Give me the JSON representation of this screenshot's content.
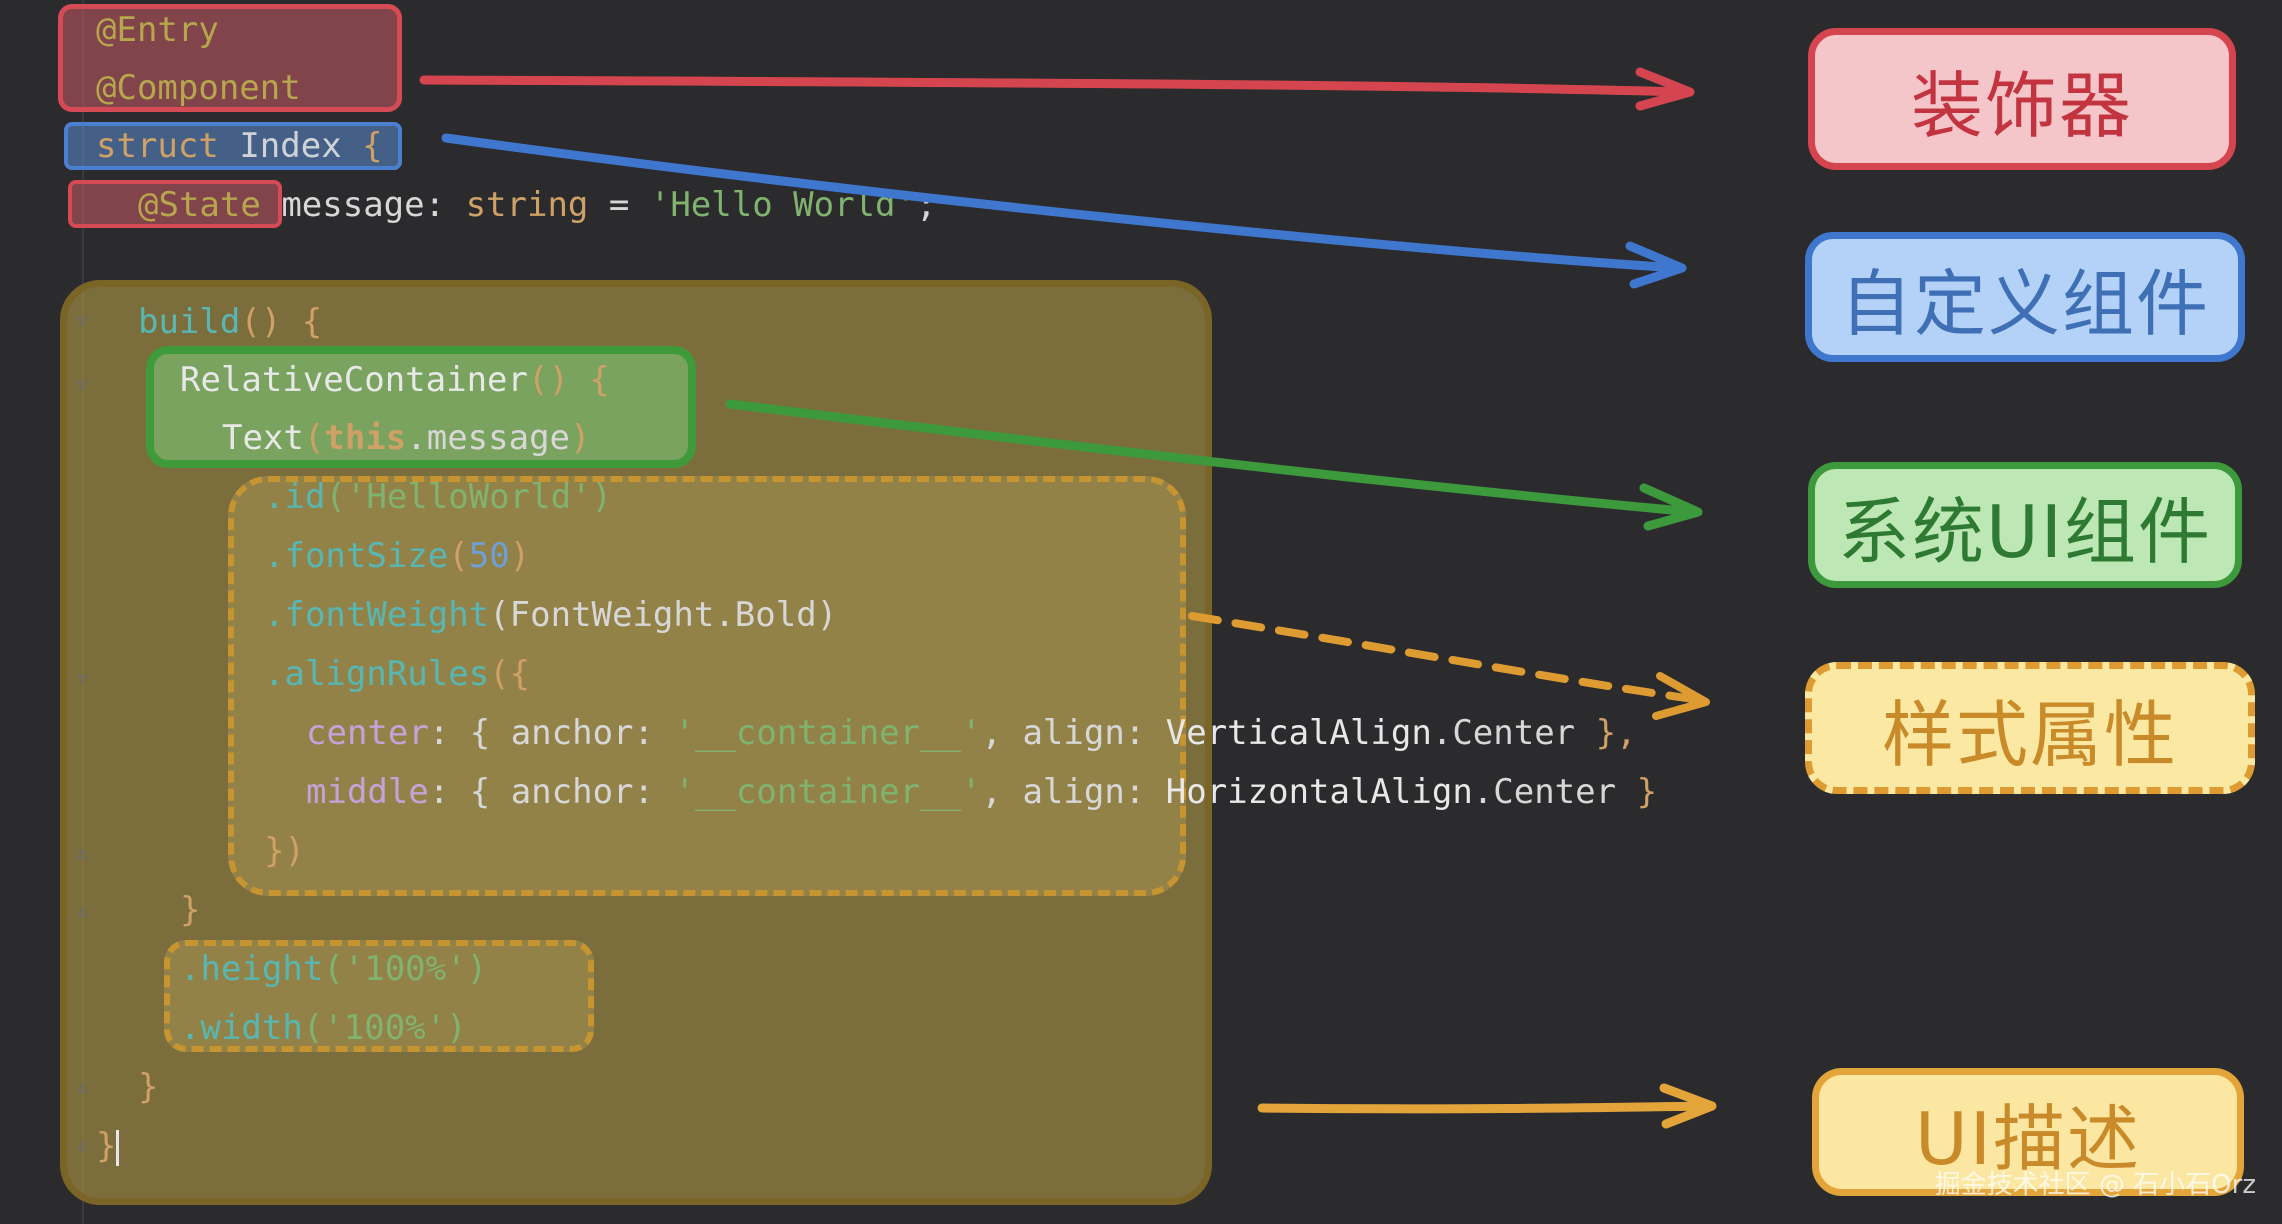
{
  "code": {
    "entry": "@Entry",
    "component": "@Component",
    "struct_kw": "struct",
    "struct_name": "Index",
    "struct_brace": "{",
    "state_decorator": "@State",
    "state_name": "message",
    "state_colon": ":",
    "state_type": "string",
    "state_eq": "=",
    "state_value": "'Hello World'",
    "state_semi": ";",
    "build_fn": "build",
    "build_rest": "() {",
    "rel_name": "RelativeContainer",
    "rel_rest": "() {",
    "text_fn": "Text",
    "text_paren_open": "(",
    "text_this": "this",
    "text_member": ".message",
    "text_paren_close": ")",
    "id_fn": ".id",
    "id_arg": "('HelloWorld')",
    "font_size_fn": ".fontSize",
    "font_size_open": "(",
    "font_size_value": "50",
    "font_size_close": ")",
    "font_weight_fn": ".fontWeight",
    "font_weight_arg": "(FontWeight.Bold)",
    "align_rules_fn": ".alignRules",
    "align_rules_open": "({",
    "center_key": "center",
    "center_mid": ": { anchor: ",
    "center_anchor": "'__container__'",
    "center_align": ", align: ",
    "center_value": "VerticalAlign",
    "center_member": ".Center",
    "center_tail": " },",
    "middle_key": "middle",
    "middle_mid": ": { anchor: ",
    "middle_anchor": "'__container__'",
    "middle_align": ", align: ",
    "middle_value": "HorizontalAlign",
    "middle_member": ".Center",
    "middle_tail": " }",
    "align_rules_close": "})",
    "rel_close": "}",
    "height_fn": ".height",
    "height_arg": "('100%')",
    "width_fn": ".width",
    "width_arg": "('100%')",
    "build_close": "}",
    "struct_close": "}"
  },
  "labels": {
    "decorator": "装饰器",
    "custom_component": "自定义组件",
    "system_ui_component": "系统UI组件",
    "style_attribute": "样式属性",
    "ui_description": "UI描述"
  },
  "watermark": "掘金技术社区 @ 石小石Orz",
  "colors": {
    "background": "#2b2b2d",
    "decorator": "#d5454f",
    "custom_component": "#3f77cf",
    "system_ui_component": "#3c9a3d",
    "style_attribute": "#dd9b32",
    "ui_description": "#e3a43a"
  }
}
